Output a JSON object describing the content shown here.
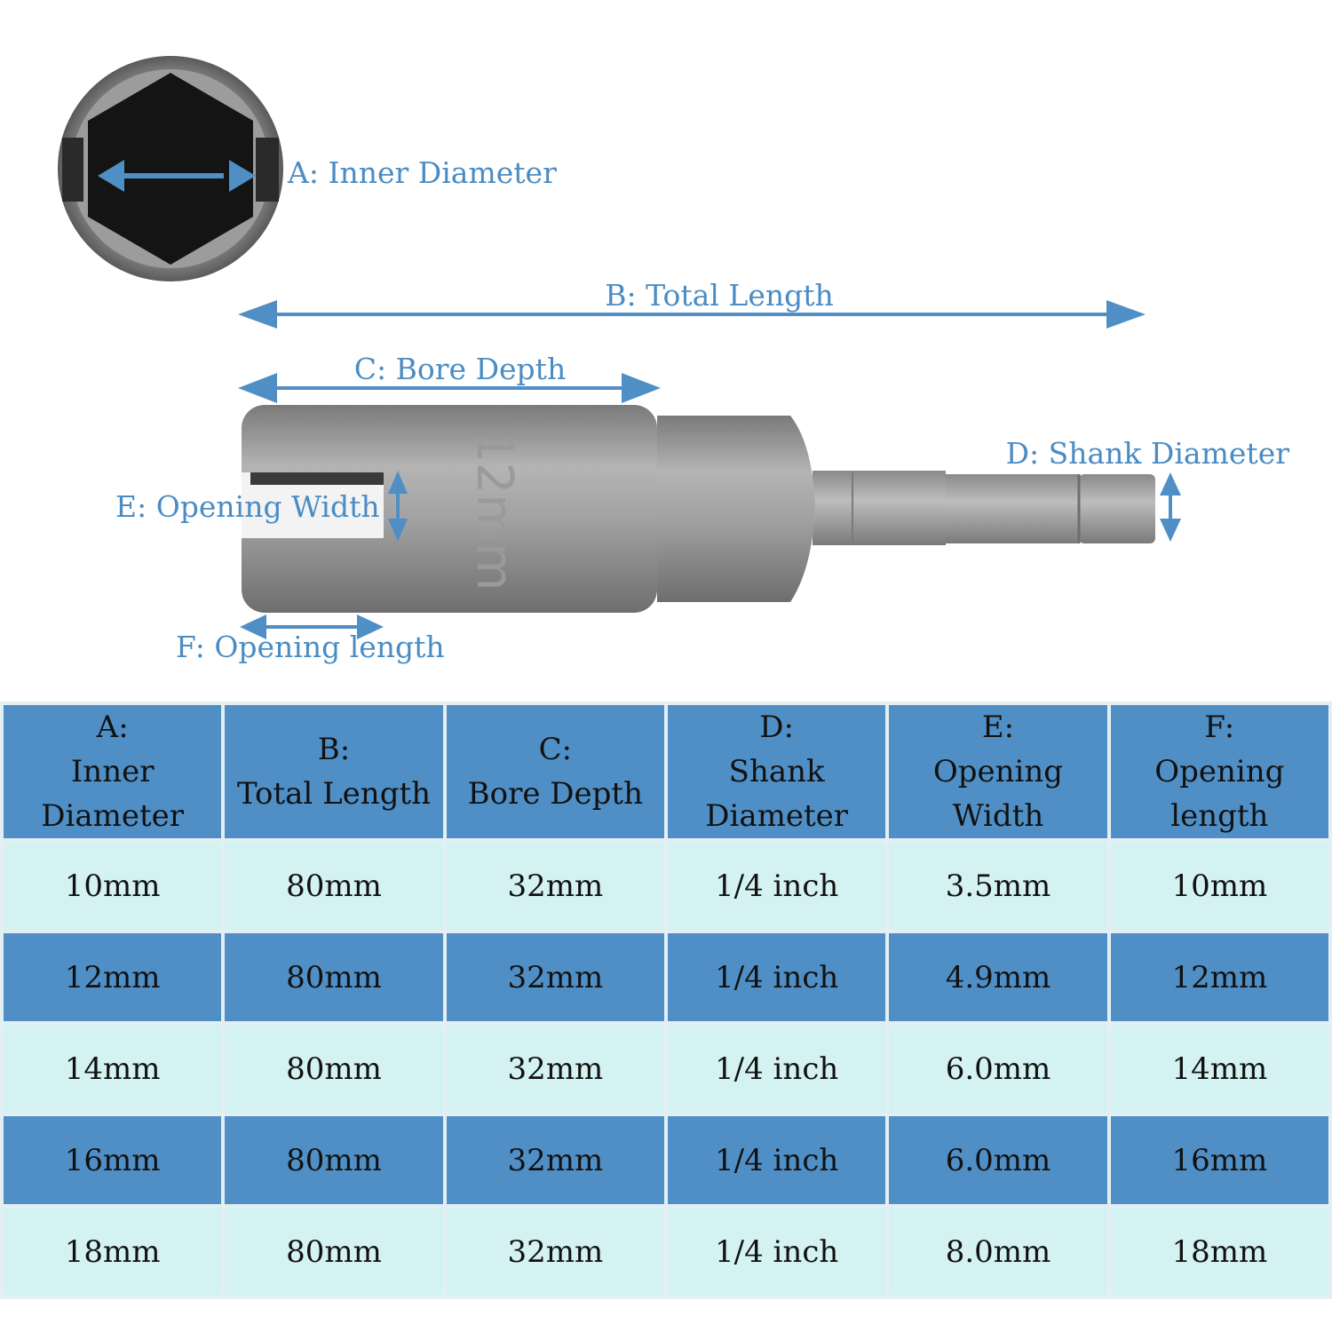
{
  "labels": {
    "a": "A: Inner Diameter",
    "b": "B: Total Length",
    "c": "C: Bore Depth",
    "d": "D: Shank Diameter",
    "e": "E: Opening Width",
    "f": "F: Opening length",
    "size_marking": "12mm"
  },
  "colors": {
    "accent": "#4f8fc6",
    "row_light": "#d4f2f1",
    "label_text": "#4a8cc4"
  },
  "table": {
    "headers": [
      {
        "letter": "A:",
        "name": "Inner Diameter",
        "lines": [
          "Inner",
          "Diameter"
        ]
      },
      {
        "letter": "B:",
        "name": "Total Length",
        "lines": [
          "Total Length"
        ]
      },
      {
        "letter": "C:",
        "name": "Bore Depth",
        "lines": [
          "Bore Depth"
        ]
      },
      {
        "letter": "D:",
        "name": "Shank Diameter",
        "lines": [
          "Shank",
          "Diameter"
        ]
      },
      {
        "letter": "E:",
        "name": "Opening Width",
        "lines": [
          "Opening Width"
        ]
      },
      {
        "letter": "F:",
        "name": "Opening length",
        "lines": [
          "Opening",
          "length"
        ]
      }
    ],
    "rows": [
      [
        "10mm",
        "80mm",
        "32mm",
        "1/4 inch",
        "3.5mm",
        "10mm"
      ],
      [
        "12mm",
        "80mm",
        "32mm",
        "1/4 inch",
        "4.9mm",
        "12mm"
      ],
      [
        "14mm",
        "80mm",
        "32mm",
        "1/4 inch",
        "6.0mm",
        "14mm"
      ],
      [
        "16mm",
        "80mm",
        "32mm",
        "1/4 inch",
        "6.0mm",
        "16mm"
      ],
      [
        "18mm",
        "80mm",
        "32mm",
        "1/4 inch",
        "8.0mm",
        "18mm"
      ]
    ]
  }
}
